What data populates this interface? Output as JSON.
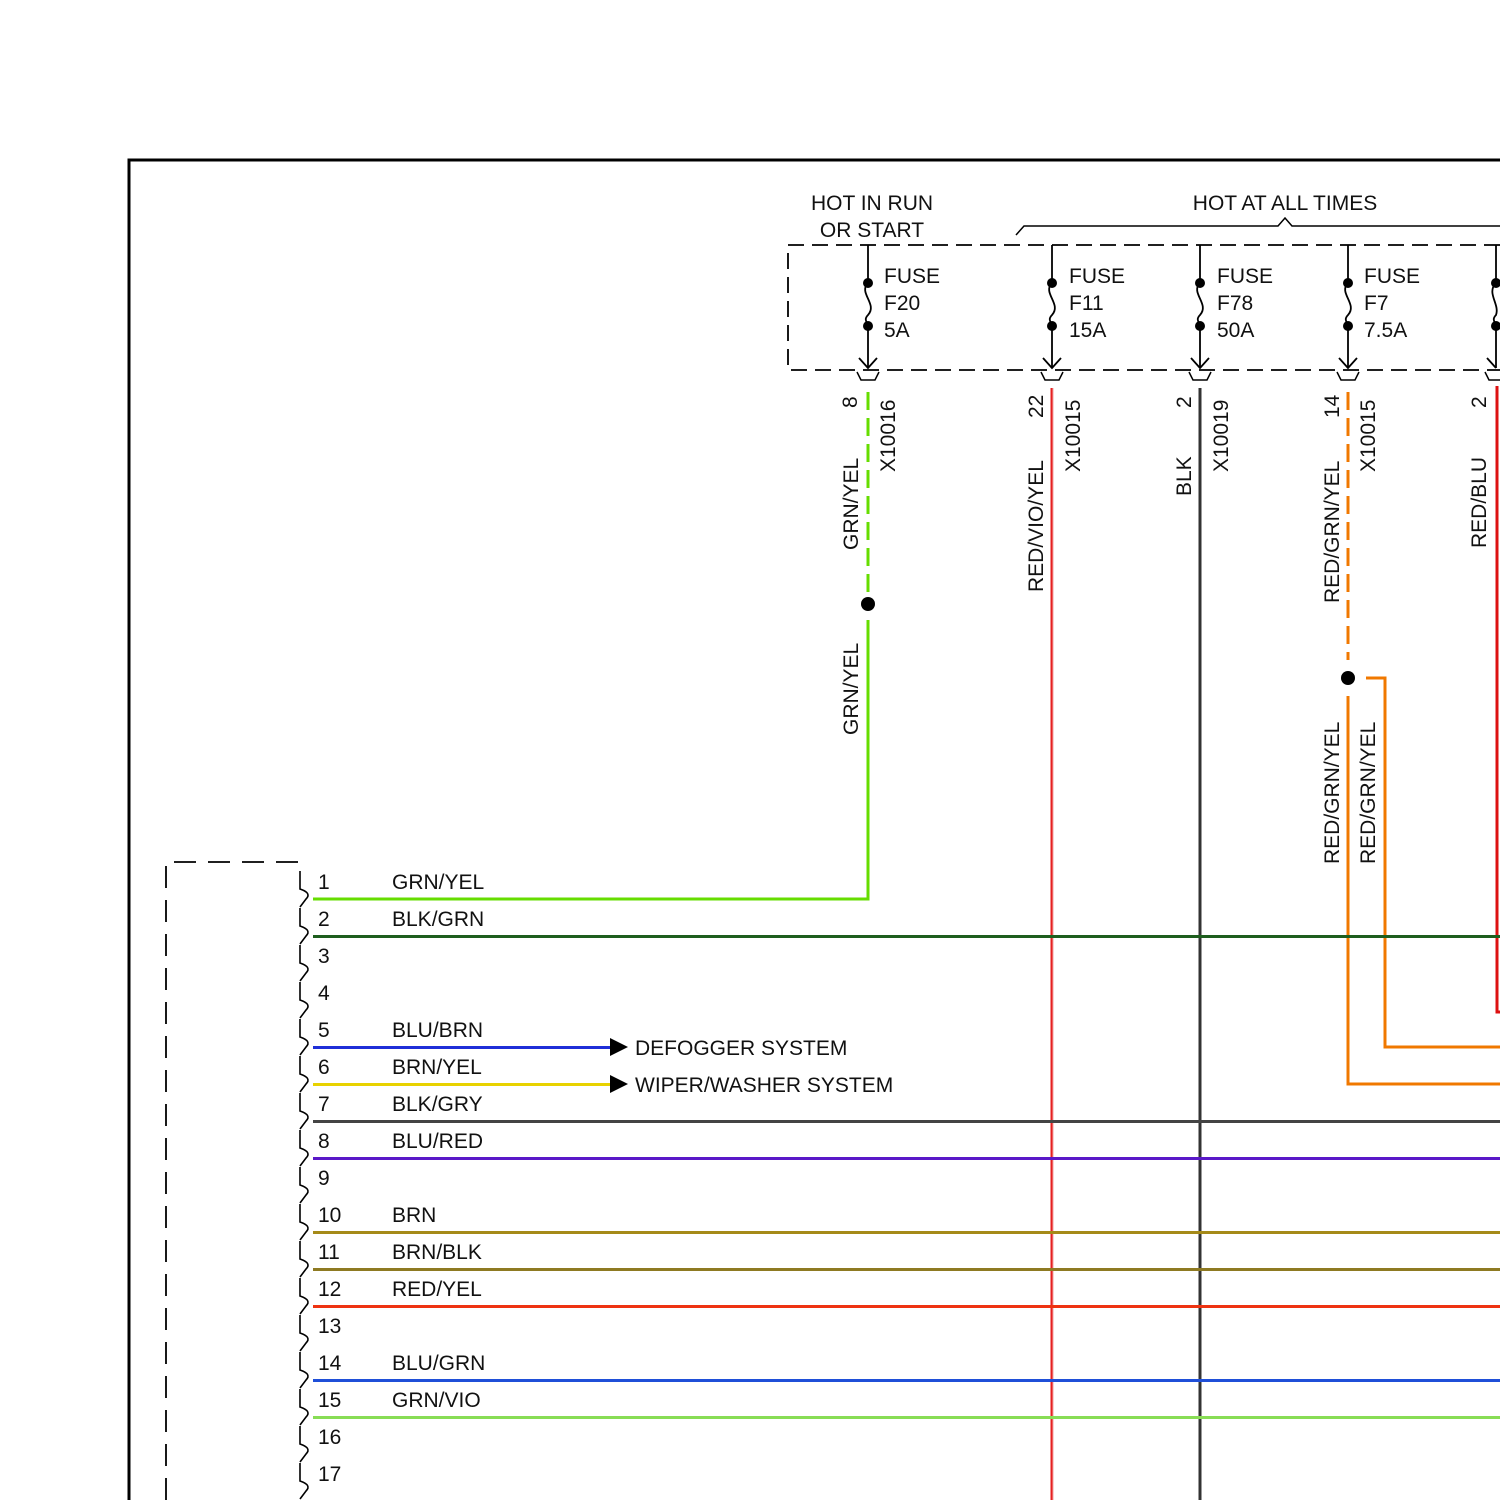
{
  "header": {
    "hot_run_line1": "HOT IN RUN",
    "hot_run_line2": "OR START",
    "hot_all_times": "HOT AT ALL TIMES"
  },
  "fuses": [
    {
      "label": "FUSE",
      "id": "F20",
      "rating": "5A"
    },
    {
      "label": "FUSE",
      "id": "F11",
      "rating": "15A"
    },
    {
      "label": "FUSE",
      "id": "F78",
      "rating": "50A"
    },
    {
      "label": "FUSE",
      "id": "F7",
      "rating": "7.5A"
    }
  ],
  "fuse_outputs": [
    {
      "pin": "8",
      "connector": "X10016",
      "wire_upper": "GRN/YEL",
      "wire_lower": "GRN/YEL",
      "color": "#66dd00"
    },
    {
      "pin": "22",
      "connector": "X10015",
      "wire_upper": "RED/VIO/YEL",
      "color": "#e62020"
    },
    {
      "pin": "2",
      "connector": "X10019",
      "wire_upper": "BLK",
      "color": "#333333"
    },
    {
      "pin": "14",
      "connector": "X10015",
      "wire_upper": "RED/GRN/YEL",
      "wire_lower": "RED/GRN/YEL",
      "wire_branch": "RED/GRN/YEL",
      "color": "#f07800"
    },
    {
      "pin": "2",
      "wire_upper": "RED/BLU",
      "color": "#dd1111"
    }
  ],
  "connector_pins": [
    {
      "pin": "1",
      "wire": "GRN/YEL",
      "color": "#66dd00"
    },
    {
      "pin": "2",
      "wire": "BLK/GRN",
      "color": "#1e5e1e"
    },
    {
      "pin": "3",
      "wire": ""
    },
    {
      "pin": "4",
      "wire": ""
    },
    {
      "pin": "5",
      "wire": "BLU/BRN",
      "color": "#1f2fd8"
    },
    {
      "pin": "6",
      "wire": "BRN/YEL",
      "color": "#e8d200"
    },
    {
      "pin": "7",
      "wire": "BLK/GRY",
      "color": "#444444"
    },
    {
      "pin": "8",
      "wire": "BLU/RED",
      "color": "#5a18c8"
    },
    {
      "pin": "9",
      "wire": ""
    },
    {
      "pin": "10",
      "wire": "BRN",
      "color": "#a58a18"
    },
    {
      "pin": "11",
      "wire": "BRN/BLK",
      "color": "#8e7a22"
    },
    {
      "pin": "12",
      "wire": "RED/YEL",
      "color": "#ee3311"
    },
    {
      "pin": "13",
      "wire": ""
    },
    {
      "pin": "14",
      "wire": "BLU/GRN",
      "color": "#1f4fd8"
    },
    {
      "pin": "15",
      "wire": "GRN/VIO",
      "color": "#88dd55"
    },
    {
      "pin": "16",
      "wire": ""
    },
    {
      "pin": "17",
      "wire": ""
    }
  ],
  "destinations": {
    "defogger": "DEFOGGER SYSTEM",
    "wiper": "WIPER/WASHER SYSTEM"
  }
}
